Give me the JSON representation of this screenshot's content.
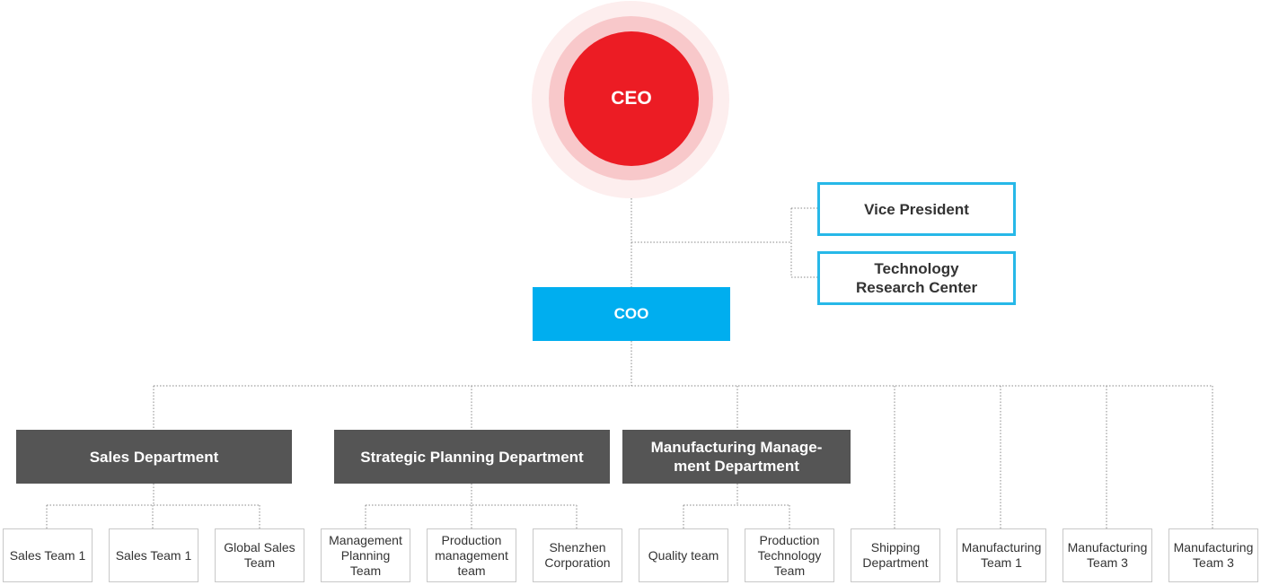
{
  "ceo": {
    "label": "CEO"
  },
  "side_units": [
    {
      "label": "Vice President"
    },
    {
      "label": "Technology\nResearch Center"
    }
  ],
  "coo": {
    "label": "COO"
  },
  "departments": [
    {
      "label": "Sales Department"
    },
    {
      "label": "Strategic Planning Department"
    },
    {
      "label": "Manufacturing Manage-\nment Department"
    }
  ],
  "teams": [
    {
      "label": "Sales Team 1"
    },
    {
      "label": "Sales Team 1"
    },
    {
      "label": "Global Sales\nTeam"
    },
    {
      "label": "Management\nPlanning Team"
    },
    {
      "label": "Production\nmanagement\nteam"
    },
    {
      "label": "Shenzhen\nCorporation"
    },
    {
      "label": "Quality team"
    },
    {
      "label": "Production\nTechnology\nTeam"
    },
    {
      "label": "Shipping\nDepartment"
    },
    {
      "label": "Manufacturing\nTeam 1"
    },
    {
      "label": "Manufacturing\nTeam 3"
    },
    {
      "label": "Manufacturing\nTeam 3"
    }
  ],
  "colors": {
    "ceo": "#ec1c24",
    "ceo_halo_inner": "#f8c8ca",
    "ceo_halo_outer": "#fdeeee",
    "coo": "#00aeef",
    "side_border": "#27b8e8",
    "department": "#555555",
    "connector": "#888888"
  }
}
